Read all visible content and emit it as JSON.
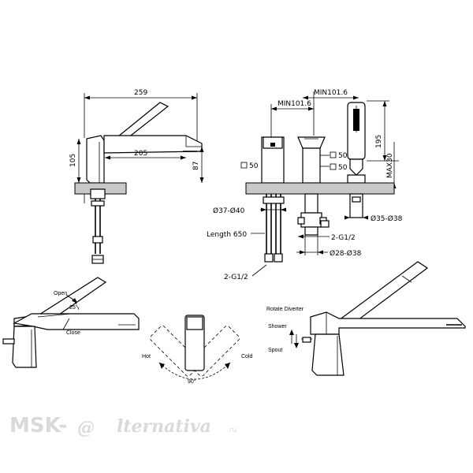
{
  "front_view": {
    "dims": {
      "overall_length": "259",
      "spout_reach": "205",
      "left_height": "105",
      "right_height": "87"
    }
  },
  "hand_shower_view": {
    "dims": {
      "min_spacing_1": "MIN101.6",
      "min_spacing_2": "MIN101.6",
      "square_1": "50",
      "square_2": "50",
      "square_3": "50",
      "height_195": "195",
      "max_30": "MAX30",
      "bore_left": "Ø37-Ø40",
      "length": "Length 650",
      "thread_right": "2-G1/2",
      "bore_right_1": "Ø35-Ø38",
      "bore_right_2": "Ø28-Ø38",
      "thread_bottom": "2-G1/2"
    }
  },
  "lever_view": {
    "open": "Open",
    "angle": "25°",
    "close": "Close"
  },
  "rotation_view": {
    "hot": "Hot",
    "cold": "Cold",
    "angle": "90°"
  },
  "diverter_view": {
    "title": "Rotate Diverter",
    "shower": "Shower",
    "spout": "Spout"
  },
  "watermark": {
    "brand": "MSK-",
    "logo_letter": "@",
    "text": "lternativa",
    "suffix": ".ru"
  }
}
